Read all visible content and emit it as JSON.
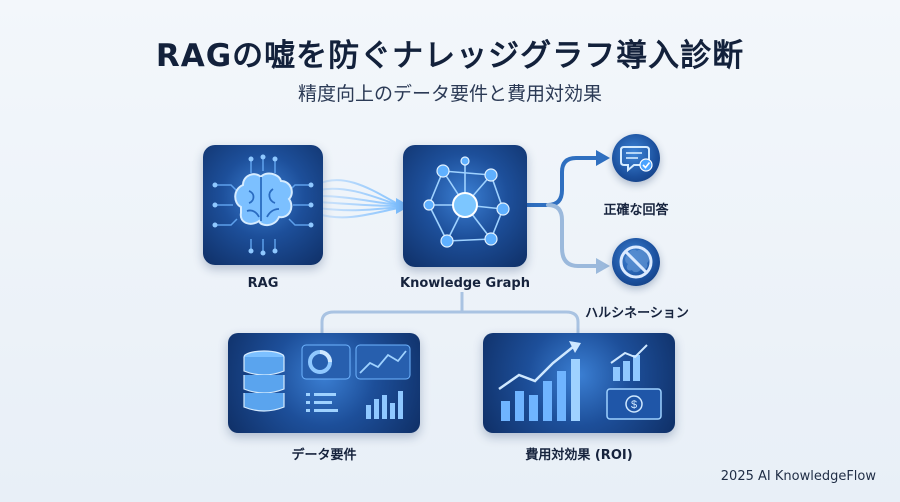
{
  "header": {
    "title": "RAGの嘘を防ぐナレッジグラフ導入診断",
    "subtitle": "精度向上のデータ要件と費用対効果"
  },
  "nodes": {
    "rag": {
      "label": "RAG",
      "icon": "brain-circuit-icon"
    },
    "kg": {
      "label": "Knowledge Graph",
      "icon": "network-graph-icon"
    },
    "accurate": {
      "label": "正確な回答",
      "icon": "chat-check-icon"
    },
    "hallucination": {
      "label": "ハルシネーション",
      "icon": "prohibited-brain-icon"
    },
    "data_req": {
      "label": "データ要件",
      "icon": "database-analytics-icon"
    },
    "roi": {
      "label": "費用対効果 (ROI)",
      "icon": "growth-chart-money-icon"
    }
  },
  "footer": {
    "credit": "2025 AI KnowledgeFlow"
  },
  "colors": {
    "primary": "#1d4f9a",
    "accent": "#4aa3ff",
    "connector": "#2f6fc0",
    "connector_faded": "#9bb9dc"
  }
}
